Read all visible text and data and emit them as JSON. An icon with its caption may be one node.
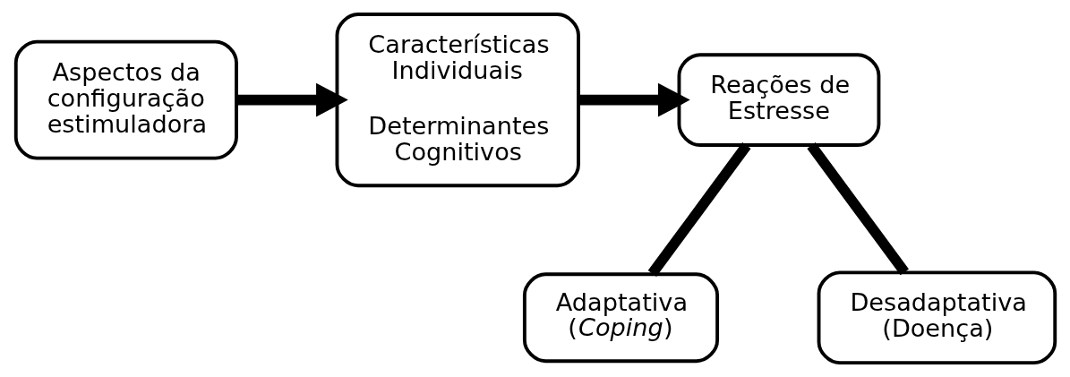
{
  "diagram": {
    "nodes": [
      {
        "text": [
          "Aspectos da configuração estimuladora"
        ]
      },
      {
        "text": [
          "Características Individuais",
          "Determinantes Cognitivos"
        ]
      },
      {
        "text": [
          "Reações de Estresse"
        ]
      },
      {
        "text": [
          "Adaptativa (*Coping*)"
        ]
      },
      {
        "text": [
          "Desadaptativa (Doença)"
        ]
      }
    ],
    "edges": [
      {
        "from": 0,
        "to": 1,
        "arrow": "to"
      },
      {
        "from": 1,
        "to": 2,
        "arrow": "to"
      },
      {
        "from": 2,
        "to": 3,
        "arrow": "none"
      },
      {
        "from": 2,
        "to": 4,
        "arrow": "none"
      }
    ]
  }
}
